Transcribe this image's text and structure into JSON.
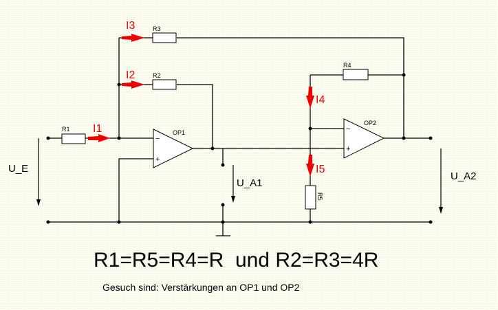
{
  "diagram": {
    "type": "op-amp circuit schematic",
    "opamps": [
      {
        "id": "op1",
        "label": "OP1",
        "inverting_symbol": "−",
        "noninverting_symbol": "+"
      },
      {
        "id": "op2",
        "label": "OP2",
        "inverting_symbol": "−",
        "noninverting_symbol": "+"
      }
    ],
    "resistors": [
      {
        "id": "r1",
        "label": "R1"
      },
      {
        "id": "r2",
        "label": "R2"
      },
      {
        "id": "r3",
        "label": "R3"
      },
      {
        "id": "r4",
        "label": "R4"
      },
      {
        "id": "r5",
        "label": "R5"
      }
    ],
    "currents": [
      {
        "id": "i1",
        "label": "I1"
      },
      {
        "id": "i2",
        "label": "I2"
      },
      {
        "id": "i3",
        "label": "I3"
      },
      {
        "id": "i4",
        "label": "I4"
      },
      {
        "id": "i5",
        "label": "I5"
      }
    ],
    "voltages": [
      {
        "id": "ue",
        "label": "U_E"
      },
      {
        "id": "ua1",
        "label": "U_A1"
      },
      {
        "id": "ua2",
        "label": "U_A2"
      }
    ],
    "colors": {
      "current_arrow": "#ee0000",
      "wire": "#000000",
      "background": "#fdfdf2",
      "component_fill": "#ffffff"
    }
  },
  "text": {
    "equation": "R1=R5=R4=R  und R2=R3=4R",
    "task": "Gesuch sind: Verstärkungen an OP1 und OP2"
  }
}
